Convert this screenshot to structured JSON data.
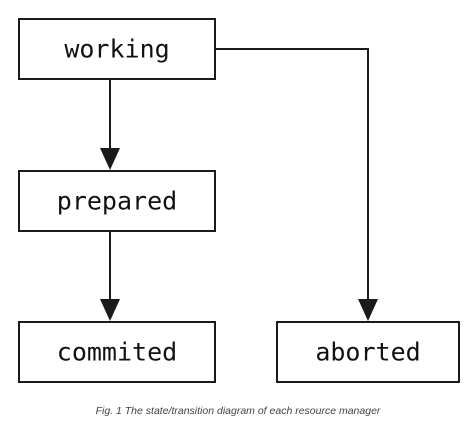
{
  "states": {
    "working": "working",
    "prepared": "prepared",
    "commited": "commited",
    "aborted": "aborted"
  },
  "transitions": [
    {
      "from": "working",
      "to": "prepared"
    },
    {
      "from": "prepared",
      "to": "commited"
    },
    {
      "from": "working",
      "to": "aborted"
    }
  ],
  "caption": "Fig. 1 The state/transition diagram of each resource manager",
  "colors": {
    "stroke": "#1a1a1a",
    "text": "#111111",
    "caption": "#444444"
  }
}
